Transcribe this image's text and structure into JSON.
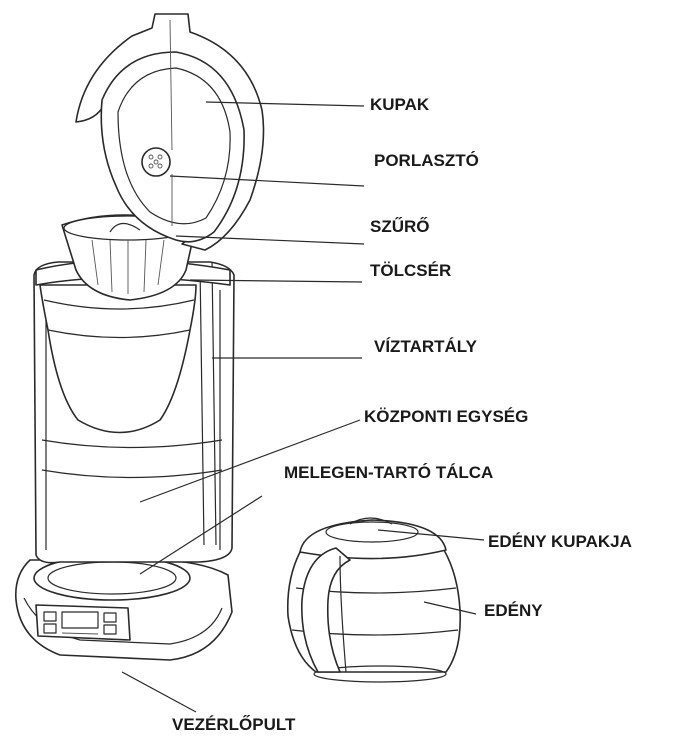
{
  "labels": {
    "kupak": "KUPAK",
    "porlaszto": "PORLASZTÓ",
    "szuro": "SZŰRŐ",
    "tolcser": "TÖLCSÉR",
    "viztartaly": "VÍZTARTÁLY",
    "kozponti_egyseg": "KÖZPONTI EGYSÉG",
    "melegen_tarto_talca": "MELEGEN-TARTÓ TÁLCA",
    "edeny_kupakja": "EDÉNY KUPAKJA",
    "edeny": "EDÉNY",
    "vezerlopult": "VEZÉRLŐPULT"
  }
}
